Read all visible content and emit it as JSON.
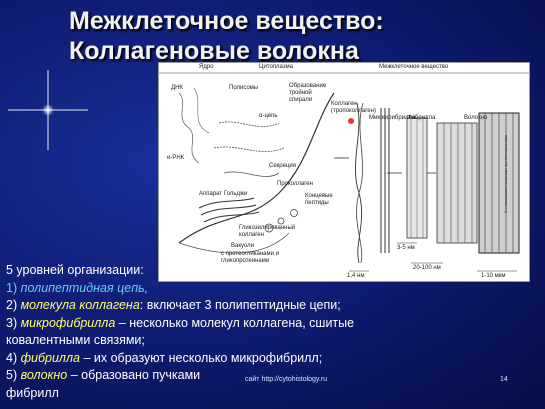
{
  "title_line1": "Межклеточное вещество:",
  "title_line2": "Коллагеновые волокна",
  "figure": {
    "labels": {
      "nucleus": "Ядро",
      "cytoplasm": "Цитоплазма",
      "ecm": "Межклеточное вещество",
      "dna": "ДНК",
      "polysomes": "Полисомы",
      "triple_helix": "Образование тройной спирали",
      "alpha_chain": "α-цепь",
      "mrna": "и-РНК",
      "secretion": "Секреция",
      "procollagen": "Проколлаген",
      "golgi": "Аппарат Гольджи",
      "glycosylated": "Гликозилированный коллаген",
      "vacuoles": "Вакуоли",
      "with_proteoglycans": "с протеогликанами и гликопротеинами",
      "terminal_peptides": "Концевые пептиды",
      "collagen_tropocollagen": "Коллаген (тропоколлаген)",
      "microfibril": "Микрофибрилла",
      "fibril": "Фибрилла",
      "fiber": "Волокно",
      "d14": "1,4 нм",
      "d35": "3-5 нм",
      "d20100": "20-100 нм",
      "d110": "1-10 мкм",
      "side_note": "С гликозамингликанами протеогликанами"
    }
  },
  "levels_intro": "5 уровней организации:",
  "items": [
    {
      "num": "1) ",
      "term": "полипептидная цепь,",
      "rest": ""
    },
    {
      "num": "2) ",
      "term": "молекула коллагена",
      "rest": ": включает 3 полипептидные цепи;"
    },
    {
      "num": "3) ",
      "term": "микрофибрилла",
      "rest": " – несколько молекул коллагена, сшитые"
    },
    {
      "num": "",
      "term": "",
      "rest": "ковалентными связями;"
    },
    {
      "num": "4) ",
      "term": "фибрилла",
      "rest": " – их образуют несколько микрофибрилл;"
    },
    {
      "num": "5) ",
      "term": "волокно",
      "rest": " – образовано пучками"
    },
    {
      "num": "",
      "term": "",
      "rest": " фибрилл"
    }
  ],
  "footer": "сайт http://cytohistology.ru",
  "page_number": "14"
}
